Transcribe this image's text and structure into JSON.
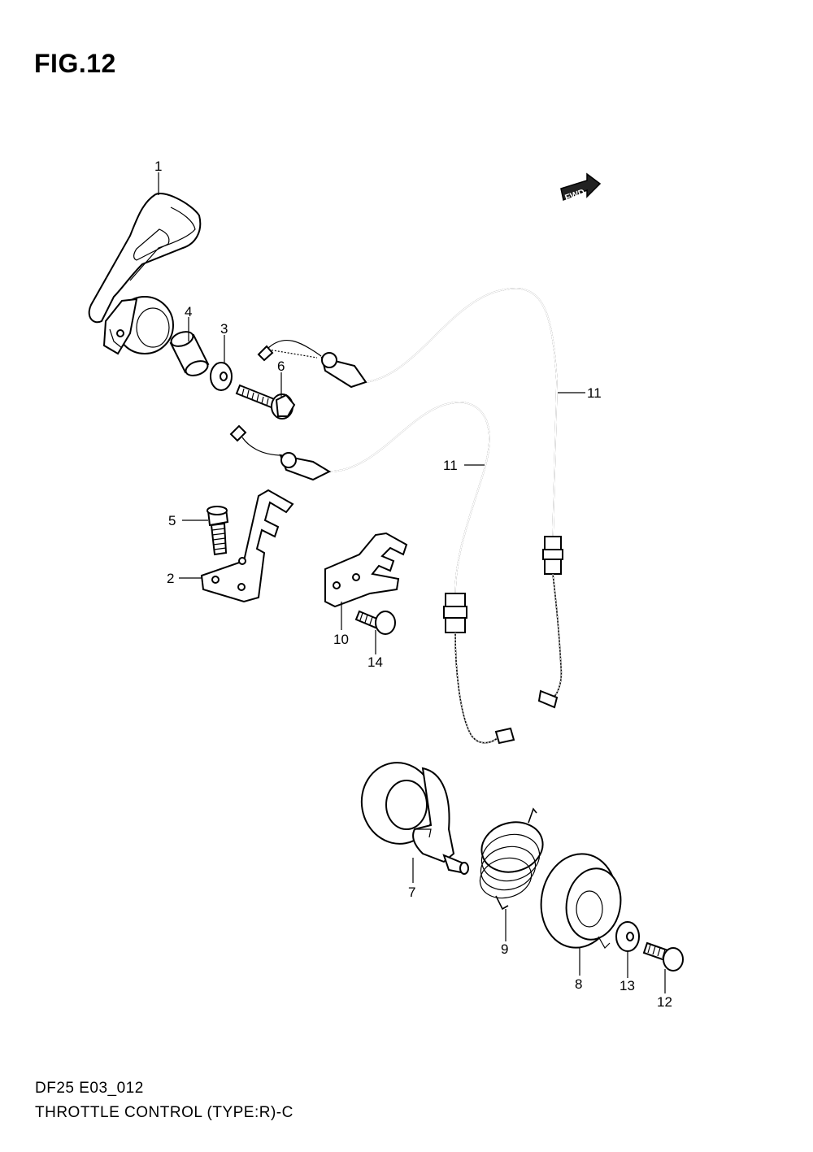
{
  "figure": {
    "title": "FIG.12"
  },
  "fwd_badge": {
    "label": "FWD"
  },
  "callouts": [
    "1",
    "4",
    "3",
    "6",
    "11",
    "11",
    "5",
    "2",
    "10",
    "14",
    "7",
    "9",
    "8",
    "13",
    "12"
  ],
  "footer": {
    "code": "DF25 E03_012",
    "description": "THROTTLE CONTROL (TYPE:R)-C"
  }
}
